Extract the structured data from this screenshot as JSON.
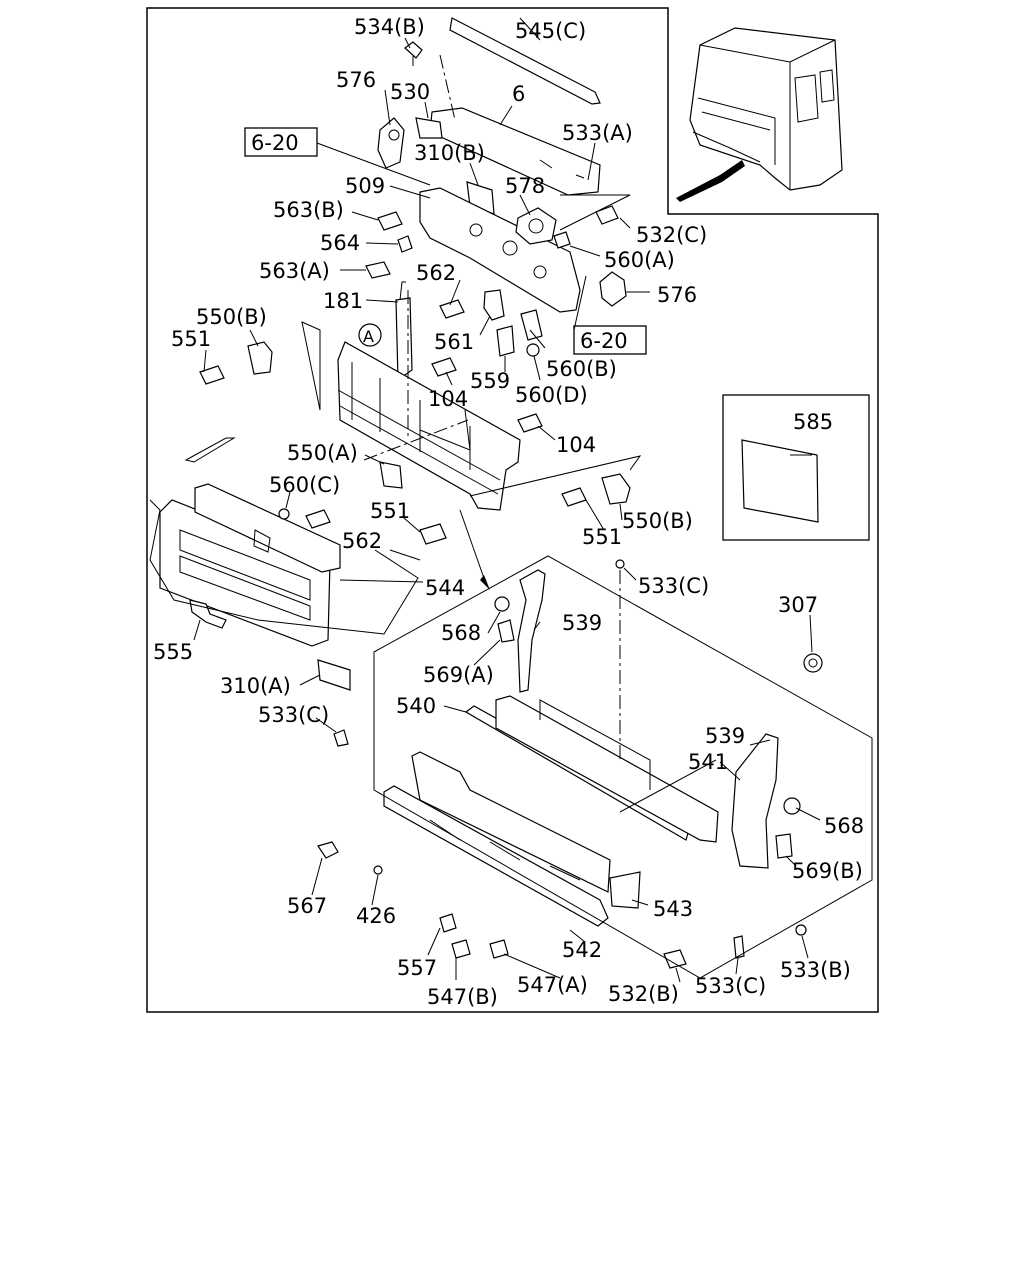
{
  "figure": {
    "ref_boxes": [
      "6-20",
      "6-20"
    ],
    "callout_circle": "A",
    "labels": {
      "l534b": "534(B)",
      "l545c": "545(C)",
      "l576a": "576",
      "l530": "530",
      "l6": "6",
      "l533a": "533(A)",
      "l310b": "310(B)",
      "l509": "509",
      "l578": "578",
      "l563b": "563(B)",
      "l532c": "532(C)",
      "l564": "564",
      "l560a": "560(A)",
      "l563a": "563(A)",
      "l562a": "562",
      "l576b": "576",
      "l181": "181",
      "l550b1": "550(B)",
      "l551a": "551",
      "l561": "561",
      "l560b": "560(B)",
      "l559": "559",
      "l560d": "560(D)",
      "l104a": "104",
      "l104b": "104",
      "l585": "585",
      "l550a": "550(A)",
      "l560c": "560(C)",
      "l551b": "551",
      "l551c": "551",
      "l550b2": "550(B)",
      "l562b": "562",
      "l544": "544",
      "l533c1": "533(C)",
      "l307": "307",
      "l568a": "568",
      "l539a": "539",
      "l569a": "569(A)",
      "l555": "555",
      "l310a": "310(A)",
      "l533c2": "533(C)",
      "l540": "540",
      "l539b": "539",
      "l541": "541",
      "l568b": "568",
      "l569b": "569(B)",
      "l567": "567",
      "l426": "426",
      "l543": "543",
      "l542": "542",
      "l557": "557",
      "l547b": "547(B)",
      "l547a": "547(A)",
      "l532b": "532(B)",
      "l533c3": "533(C)",
      "l533b": "533(B)"
    }
  }
}
